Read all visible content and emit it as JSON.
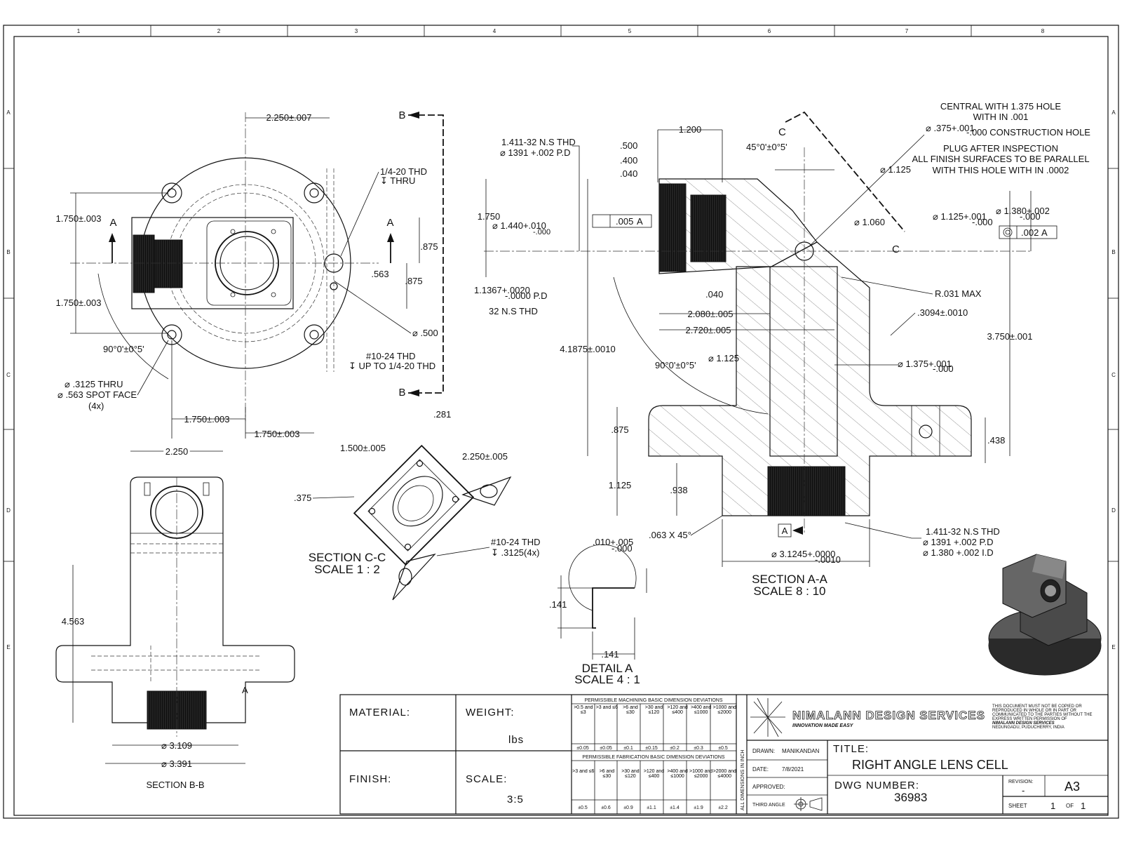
{
  "border": {
    "columns": [
      "1",
      "2",
      "3",
      "4",
      "5",
      "6",
      "7",
      "8"
    ],
    "rows": [
      "A",
      "B",
      "C",
      "D",
      "E"
    ]
  },
  "front_view": {
    "dims": {
      "top_2250": "2.250±.007",
      "left_upper": "1.750±.003",
      "left_lower": "1.750±.003",
      "bottom_a": "1.750±.003",
      "bottom_b": "1.750±.003",
      "r875a": ".875",
      "r875b": ".875",
      "r563": ".563",
      "thd_1420": "1/4-20 THD",
      "thd_1420_thru": "↧ THRU",
      "dia500": "⌀ .500",
      "thd1024": "#10-24 THD",
      "thd1024_b": "↧ UP TO 1/4-20 THD",
      "angle": "90°0'±0°5'",
      "hole_a": "⌀  .3125 THRU",
      "hole_b": "⌀ .563 SPOT FACE",
      "hole_c": "(4x)"
    },
    "section_labels": {
      "a_left": "A",
      "a_right": "A",
      "b_top": "B",
      "b_bottom": "B"
    }
  },
  "section_bb": {
    "title": "SECTION B-B",
    "dims": {
      "w2250": "2.250",
      "h4563": "4.563",
      "d3109": "⌀ 3.109",
      "d3391": "⌀ 3.391",
      "marker": "A"
    }
  },
  "section_cc": {
    "title": "SECTION C-C",
    "scale": "SCALE 1 : 2",
    "dims": {
      "d281": ".281",
      "d1500": "1.500±.005",
      "d2250": "2.250±.005",
      "d375": ".375",
      "thd": "#10-24 THD",
      "thd_b": "↧ .3125(4x)"
    }
  },
  "section_aa": {
    "title": "SECTION A-A",
    "scale": "SCALE 8 : 10",
    "dims": {
      "thd_top_a": "1.411-32 N.S THD",
      "thd_top_b": "⌀ 1391 +.002 P.D",
      "d500": ".500",
      "d400": ".400",
      "d040": ".040",
      "d1200": "1.200",
      "angle45": "45°0'±0°5'",
      "d1750": "1.750",
      "d1440": "⌀ 1.440+.010",
      "d1440b": "-.000",
      "fcf_val": ".005",
      "fcf_ref": "A",
      "d11367": "1.1367+.0020",
      "d11367b": "-.0000 P.D",
      "thd32": "32 N.S THD",
      "d040b": ".040",
      "d2080": "2.080±.005",
      "d2720": "2.720±.005",
      "d41875": "4.1875±.0010",
      "angle90": "90°0'±0°5'",
      "d1125c": "⌀ 1.125",
      "d875": ".875",
      "d1125": "1.125",
      "d938": ".938",
      "d1125top": "⌀ 1.125",
      "d1060": "⌀ 1.060",
      "d1125p": "⌀ 1.125+.001",
      "d1125pb": "-.000",
      "d1380": "⌀ 1.380+.002",
      "d1380b": "-.000",
      "fcf2_val": ".002",
      "fcf2_ref": "A",
      "r031": "R.031 MAX",
      "d3094": ".3094±.0010",
      "d3750": "3.750±.001",
      "d1375": "⌀ 1.375+.001",
      "d1375b": "-.000",
      "d438": ".438",
      "datum": "A",
      "chamfer": ".063 X 45°",
      "d3125": "⌀ 3.1245+.0000",
      "d3125b": "-.0010",
      "thd_bot_a": "1.411-32 N.S THD",
      "thd_bot_b": "⌀ 1391 +.002 P.D",
      "thd_bot_c": "⌀ 1.380 +.002 I.D",
      "sec_c1": "C",
      "sec_c2": "C"
    },
    "notes": {
      "n1": "CENTRAL WITH 1.375 HOLE",
      "n2": "WITH IN .001",
      "n3": "⌀ .375+.001",
      "n3b": "-.000 CONSTRUCTION HOLE",
      "n4": "PLUG AFTER INSPECTION",
      "n5": "ALL FINISH SURFACES TO BE PARALLEL",
      "n6": "WITH THIS HOLE WITH IN .0002"
    }
  },
  "detail_a": {
    "title": "DETAIL A",
    "scale": "SCALE 4 : 1",
    "dims": {
      "d010": ".010+.005",
      "d010b": "-.000",
      "d141a": ".141",
      "d141b": ".141"
    }
  },
  "title_block": {
    "material_label": "MATERIAL:",
    "weight_label": "WEIGHT:",
    "weight_unit": "lbs",
    "finish_label": "FINISH:",
    "scale_label": "SCALE:",
    "scale_value": "3:5",
    "machining_title": "PERMISSIBLE MACHINING BASIC DIMENSION DEVIATIONS",
    "machining_ranges": [
      ">0.5 and ≤3",
      ">3 and ≤6",
      ">6 and ≤30",
      ">30 and ≤120",
      ">120 and ≤400",
      ">400 and ≤1000",
      ">1000 and ≤2000"
    ],
    "machining_tol": [
      "±0.05",
      "±0.05",
      "±0.1",
      "±0.15",
      "±0.2",
      "±0.3",
      "±0.5"
    ],
    "fabrication_title": "PERMISSIBLE FABRICATION BASIC DIMENSION DEVIATIONS",
    "fabrication_ranges": [
      ">3 and ≤6",
      ">6 and ≤30",
      ">30 and ≤120",
      ">120 and ≤400",
      ">400 and ≤1000",
      ">1000 and ≤2000",
      ">2000 and ≤4000"
    ],
    "fabrication_tol": [
      "±0.5",
      "±0.6",
      "±0.9",
      "±1.1",
      "±1.4",
      "±1.9",
      "±2.2"
    ],
    "all_dims": "ALL DIMENSIONS IN INCH",
    "company": "NIMALANN DESIGN SERVICES",
    "tagline": "INNOVATION MADE EASY",
    "copyright": [
      "THIS DOCUMENT MUST NOT BE COPIED OR",
      "REPRODUCED IN WHOLE OR IN PART OR",
      "COMMUNICATED TO THE PARTIES WITHOUT THE",
      "EXPRESS WRITTEN PERMISSION OF",
      "NIMALANN DESIGN SERVICES",
      "NEDUNGADU, PUDUCHERRY, INDIA"
    ],
    "drawn_label": "DRAWN:",
    "drawn_value": "MANIKANDAN",
    "date_label": "DATE:",
    "date_value": "7/8/2021",
    "approved_label": "APPROVED:",
    "third_angle": "THIRD ANGLE",
    "title_label": "TITLE:",
    "title_value": "RIGHT ANGLE LENS CELL",
    "dwg_label": "DWG NUMBER:",
    "dwg_value": "36983",
    "revision_label": "REVISION:",
    "revision_value": "-",
    "size": "A3",
    "sheet_label": "SHEET",
    "sheet_value": "1",
    "of_label": "OF",
    "of_value": "1"
  }
}
